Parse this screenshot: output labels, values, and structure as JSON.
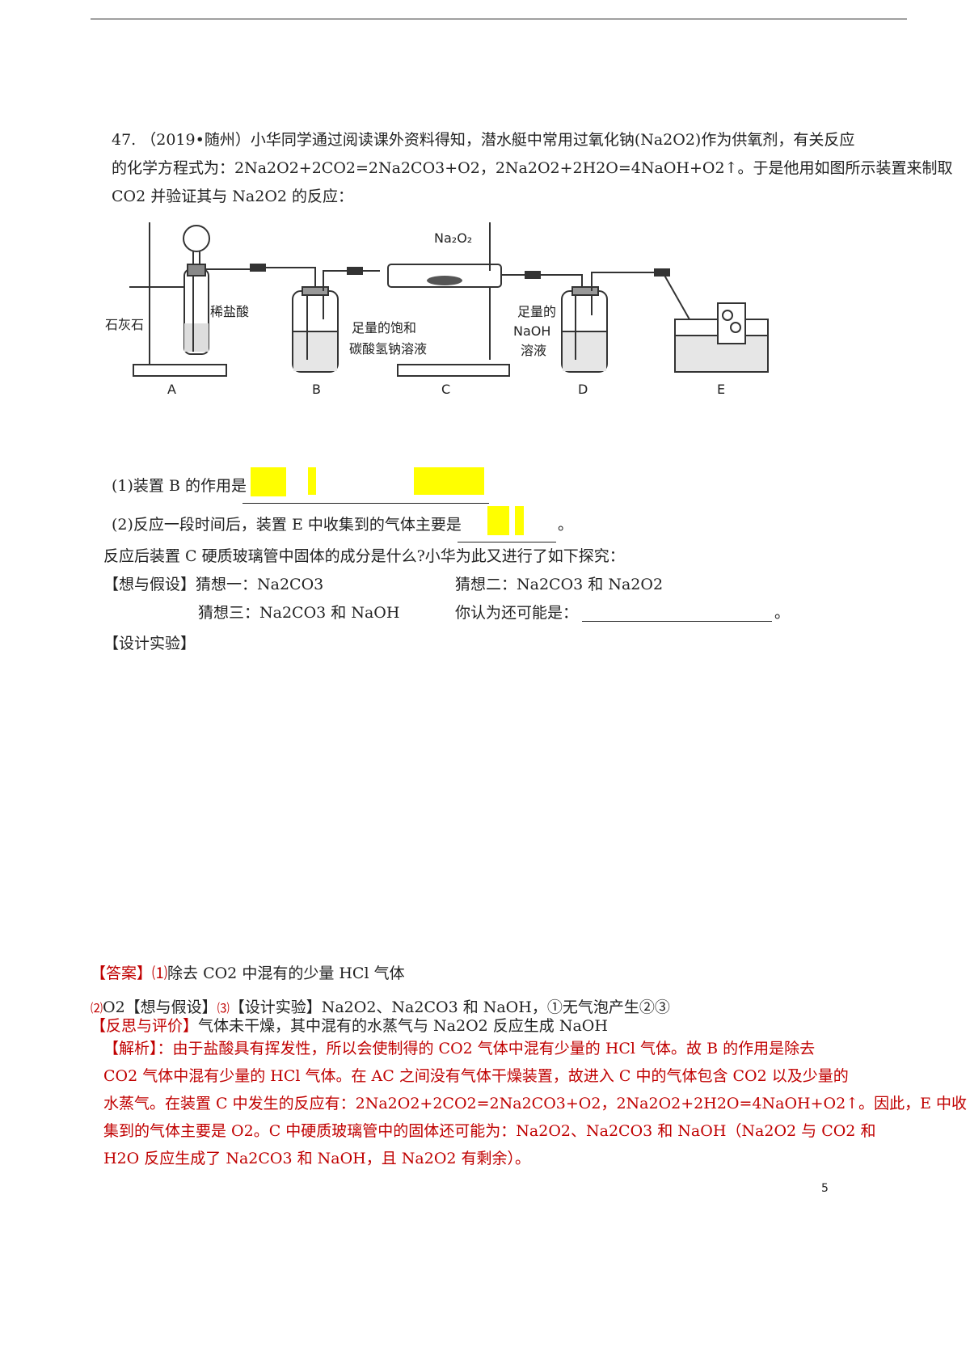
{
  "question": {
    "line1": "47. （2019•随州）小华同学通过阅读课外资料得知，潜水艇中常用过氧化钠(Na2O2)作为供氧剂，有关反应",
    "line2": "的化学方程式为：2Na2O2+2CO2=2Na2CO3+O2，2Na2O2+2H2O=4NaOH+O2↑。于是他用如图所示装置来制取",
    "line3": "CO2 并验证其与 Na2O2 的反应："
  },
  "figure": {
    "label_limestone": "石灰石",
    "label_dilute_hcl": "稀盐酸",
    "label_nahco3_1": "足量的饱和",
    "label_nahco3_2": "碳酸氢钠溶液",
    "label_na2o2": "Na₂O₂",
    "label_naoh_1": "足量的",
    "label_naoh_2": "NaOH",
    "label_naoh_3": "溶液",
    "letters": [
      "A",
      "B",
      "C",
      "D",
      "E"
    ]
  },
  "sub1": {
    "text": "(1)装置 B 的作用是"
  },
  "sub2": {
    "text": "(2)反应一段时间后，装置 E 中收集到的气体主要是",
    "end": "。"
  },
  "inquiry": {
    "intro": "反应后装置 C 硬质玻璃管中固体的成分是什么?小华为此又进行了如下探究：",
    "hyp_head": "【想与假设】猜想一：Na2CO3",
    "guess2": "猜想二：Na2CO3 和 Na2O2",
    "guess3": "猜想三：Na2CO3 和 NaOH",
    "guess4": "你认为还可能是：",
    "end": "。",
    "design": "【设计实验】"
  },
  "answer": {
    "a1_tag": "【答案】",
    "a1_num": "⑴",
    "a1_text": "除去 CO2 中混有的少量 HCl 气体",
    "a2_num": "⑵",
    "a2_text1": "O2【想与假设】",
    "a2_num3": "⑶",
    "a2_text2": "【设计实验】Na2O2、Na2CO3 和 NaOH，①无气泡产生②③",
    "a3_tag": "【反思与评价】",
    "a3_text": "气体未干燥，其中混有的水蒸气与 Na2O2 反应生成 NaOH"
  },
  "analysis": {
    "line1": "【解析】：由于盐酸具有挥发性，所以会使制得的 CO2 气体中混有少量的 HCl 气体。故 B 的作用是除去",
    "line2": "CO2 气体中混有少量的 HCl 气体。在 AC 之间没有气体干燥装置，故进入 C 中的气体包含 CO2 以及少量的",
    "line3": "水蒸气。在装置 C 中发生的反应有：2Na2O2+2CO2=2Na2CO3+O2，2Na2O2+2H2O=4NaOH+O2↑。因此，E 中收",
    "line4": "集到的气体主要是 O2。C 中硬质玻璃管中的固体还可能为：Na2O2、Na2CO3 和 NaOH（Na2O2 与 CO2 和",
    "line5": "H2O 反应生成了 Na2CO3 和 NaOH，且 Na2O2 有剩余）。"
  },
  "page_number": "5",
  "colors": {
    "answer_red": "#c00000",
    "highlight": "#ffff00"
  }
}
